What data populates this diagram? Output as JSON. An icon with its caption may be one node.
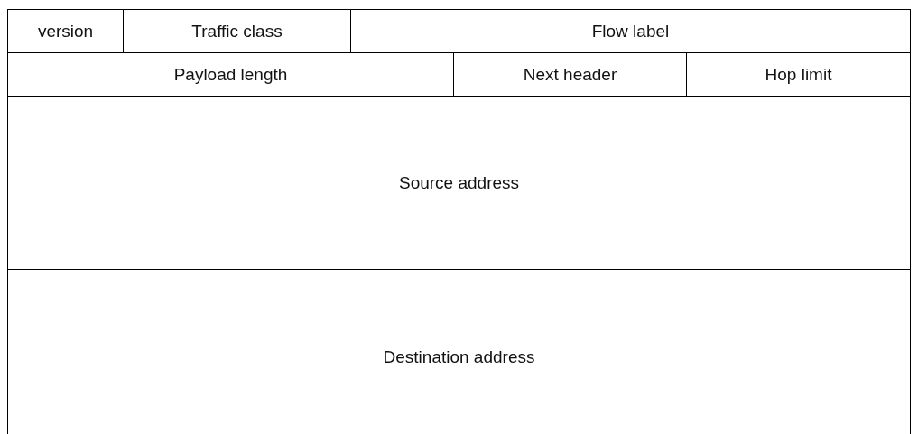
{
  "diagram": {
    "nodes": [
      {
        "text": [
          "version"
        ]
      },
      {
        "text": [
          "Traffic class"
        ]
      },
      {
        "text": [
          "Flow label"
        ]
      },
      {
        "text": [
          "Payload length"
        ]
      },
      {
        "text": [
          "Next header"
        ]
      },
      {
        "text": [
          "Hop limit"
        ]
      },
      {
        "text": [
          "Source address"
        ]
      },
      {
        "text": [
          "Destination address"
        ]
      }
    ]
  }
}
